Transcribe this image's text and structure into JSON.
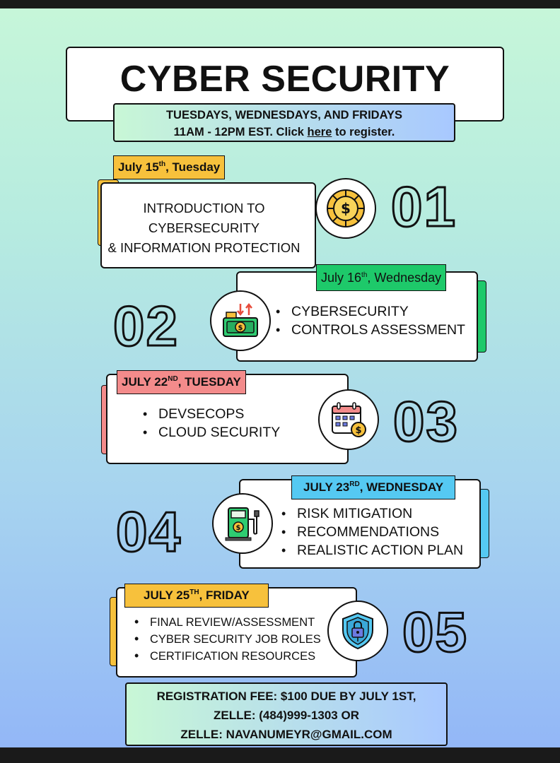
{
  "header": {
    "title": "CYBER SECURITY",
    "schedule_line1": "TUESDAYS, WEDNESDAYS, AND FRIDAYS",
    "schedule_line2_prefix": "11AM - 12PM EST. Click ",
    "schedule_link": "here",
    "schedule_line2_suffix": " to register."
  },
  "sessions": [
    {
      "number": "01",
      "date_main": "July 15",
      "date_sup": "th",
      "date_rest": ", Tuesday",
      "lines": [
        "INTRODUCTION TO",
        "CYBERSECURITY",
        "& INFORMATION PROTECTION"
      ],
      "accent_color": "#f7c13c",
      "icon": "coin-icon"
    },
    {
      "number": "02",
      "date_main": "July 16",
      "date_sup": "th",
      "date_rest": ", Wednesday",
      "items": [
        "CYBERSECURITY",
        "CONTROLS ASSESSMENT"
      ],
      "accent_color": "#1ec96a",
      "icon": "money-transfer-icon"
    },
    {
      "number": "03",
      "date_main": "JULY 22",
      "date_sup": "ND",
      "date_rest": ", TUESDAY",
      "items": [
        "DEVSECOPS",
        "CLOUD SECURITY"
      ],
      "accent_color": "#f38b8b",
      "icon": "calendar-dollar-icon"
    },
    {
      "number": "04",
      "date_main": "JULY 23",
      "date_sup": "RD",
      "date_rest": ", WEDNESDAY",
      "items": [
        "RISK MITIGATION",
        "RECOMMENDATIONS",
        "REALISTIC ACTION PLAN"
      ],
      "accent_color": "#55c9f2",
      "icon": "charging-station-icon"
    },
    {
      "number": "05",
      "date_main": "JULY 25",
      "date_sup": "TH",
      "date_rest": ", FRIDAY",
      "items": [
        "FINAL REVIEW/ASSESSMENT",
        "CYBER SECURITY JOB ROLES",
        "CERTIFICATION RESOURCES"
      ],
      "accent_color": "#f7c13c",
      "icon": "shield-lock-icon"
    }
  ],
  "registration": {
    "line1": "REGISTRATION FEE: $100 DUE BY JULY 1ST,",
    "line2": "ZELLE: (484)999-1303 OR",
    "line3": "ZELLE: NAVANUMEYR@GMAIL.COM"
  }
}
